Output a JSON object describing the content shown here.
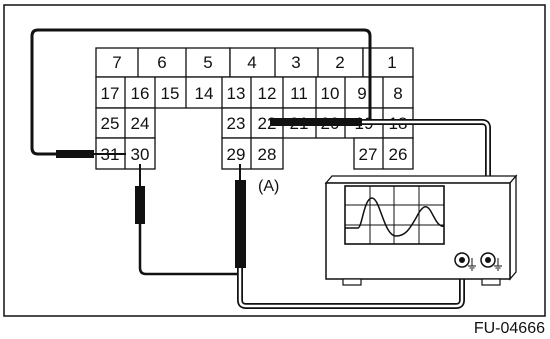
{
  "connector": {
    "header_numbers": [
      "7",
      "6",
      "5",
      "4",
      "3",
      "2",
      "1"
    ],
    "row2": [
      "17",
      "16",
      "15",
      "14",
      "13",
      "12",
      "11",
      "10",
      "9",
      "8"
    ],
    "row3": [
      "25",
      "24",
      "23",
      "22",
      "21",
      "20",
      "19",
      "18"
    ],
    "row4": [
      "31",
      "30",
      "29",
      "28",
      "27",
      "26"
    ]
  },
  "probe_label": "(A)",
  "figure_code": "FU-04666",
  "oscilloscope": {
    "screen_color": "#ffffff",
    "waveform": "sine-pulse"
  },
  "colors": {
    "wire": "#111111",
    "probe": "#111111",
    "panel_border": "#111111"
  }
}
